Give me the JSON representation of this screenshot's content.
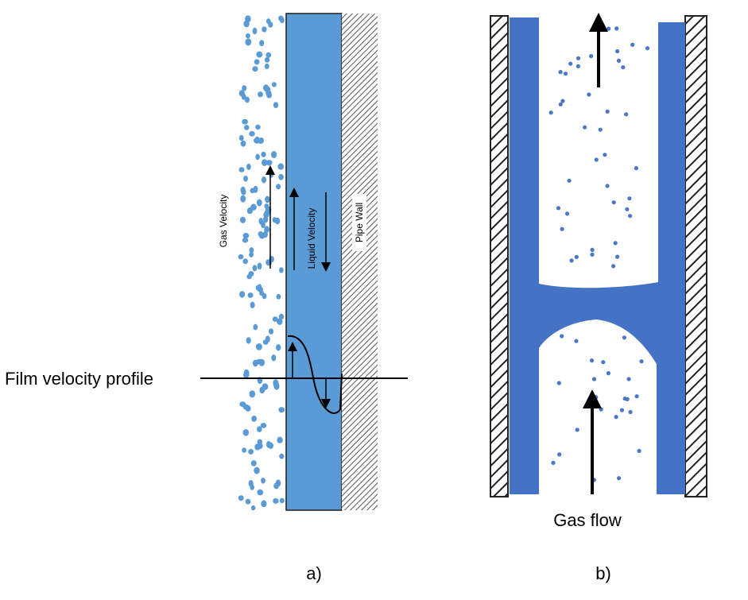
{
  "panel_a": {
    "gas_velocity_label": "Gas Velocity",
    "liquid_velocity_label": "Liquid Velocity",
    "pipe_wall_label": "Pipe Wall",
    "film_velocity_profile_label": "Film velocity profile",
    "caption": "a)"
  },
  "panel_b": {
    "gas_flow_label": "Gas flow",
    "caption": "b)"
  },
  "colors": {
    "liquid_film": "#5b9bd5",
    "liquid_bridge": "#4472c4",
    "droplet": "#5b9bd5",
    "droplet_b": "#4a78c8",
    "hatch": "#333333",
    "text": "#000000"
  },
  "icons": {
    "wall_hatch": "diagonal-hatch-pattern",
    "flow_arrow": "arrow-up-icon"
  }
}
